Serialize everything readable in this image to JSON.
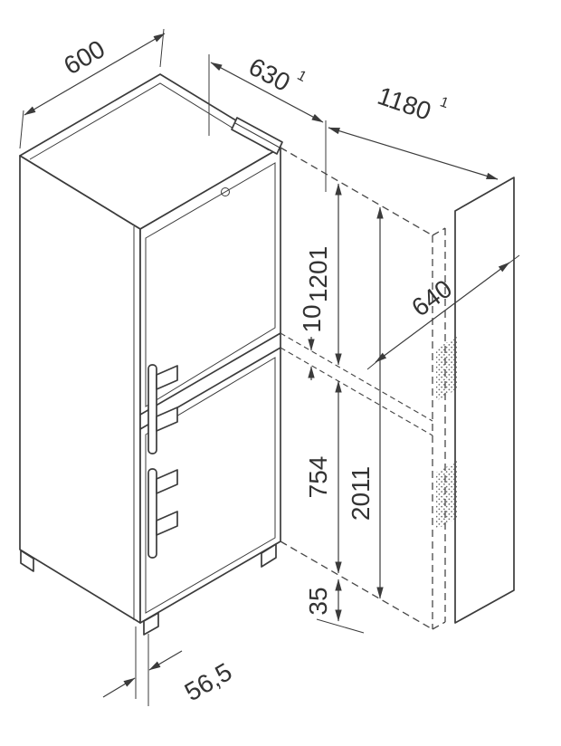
{
  "page": {
    "background": "#ffffff",
    "line_color": "#3b3b3b",
    "text_color": "#333333"
  },
  "drawing": {
    "type": "isometric technical line drawing",
    "subject": "fridge-freezer with open-door clearance envelope and niche wall",
    "units": "mm"
  },
  "dimensions": {
    "cabinet_width": {
      "label": "600"
    },
    "door_swing": {
      "label": "630",
      "footnote": "1"
    },
    "door_swing_total": {
      "label": "1180",
      "footnote": "1"
    },
    "upper_section_height": {
      "label": "1201"
    },
    "door_gap": {
      "label": "10"
    },
    "niche_depth": {
      "label": "640"
    },
    "lower_section_height": {
      "label": "754"
    },
    "total_height": {
      "label": "2011"
    },
    "base_clearance": {
      "label": "35"
    },
    "side_clearance": {
      "label": "56,5"
    }
  }
}
